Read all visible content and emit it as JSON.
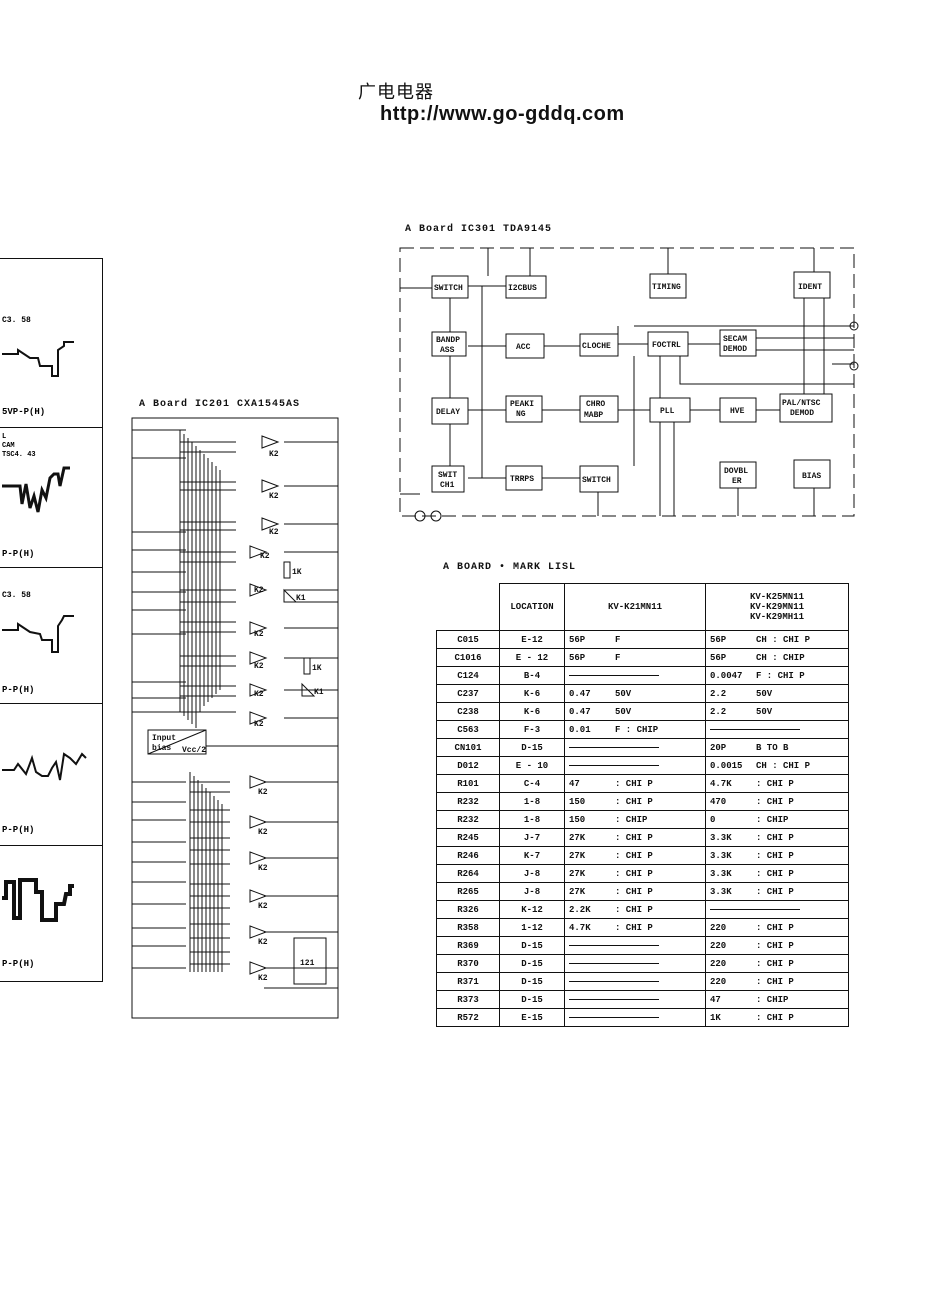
{
  "header": {
    "site_cn": "广电电器",
    "url": "http://www.go-gddq.com"
  },
  "waveforms": {
    "labels": [
      "C3. 58",
      "5VP-P(H)",
      "L",
      "CAM",
      "TSC4. 43",
      "P-P(H)",
      "C3. 58",
      "P-P(H)",
      "P-P(H)",
      "P-P(H)"
    ]
  },
  "ic201": {
    "title": "A Board IC201 CXA1545AS",
    "blocks": {
      "k2": "K2",
      "k1": "K1",
      "r1k": "1K",
      "inbias_1": "Input",
      "inbias_2": "bias",
      "vcc": "Vcc/2",
      "ic": "121"
    }
  },
  "ic301": {
    "title": "A Board   IC301 TDA9145",
    "blocks": {
      "switch": "SWITCH",
      "i2cbus": "I2CBUS",
      "timing": "TIMING",
      "ident": "IDENT",
      "bandpass_1": "BANDP",
      "bandpass_2": "ASS",
      "acc": "ACC",
      "cloche": "CLOCHE",
      "foctrl": "FOCTRL",
      "secam_1": "SECAM",
      "secam_2": "DEMOD",
      "delay": "DELAY",
      "peaking_1": "PEAKI",
      "peaking_2": "NG",
      "chroma_1": "CHRO",
      "chroma_2": "MABP",
      "pll": "PLL",
      "hve": "HVE",
      "palntsc_1": "PAL/NTSC",
      "palntsc_2": "DEMOD",
      "switch_ch_1": "SWIT",
      "switch_ch_2": "CH1",
      "trrps": "TRRPS",
      "switch2": "SWITCH",
      "doubler_1": "DOVBL",
      "doubler_2": "ER",
      "bias": "BIAS"
    }
  },
  "mark_list": {
    "title": "A BOARD   •  MARK LISL",
    "headers": {
      "location": "LOCATION",
      "k21": "KV-K21MN11",
      "k25_1": "KV-K25MN11",
      "k25_2": "KV-K29MN11",
      "k25_3": "KV-K29MH11"
    },
    "rows": [
      {
        "ref": "C015",
        "loc": "E-12",
        "k21_v": "56P",
        "k21_t": "F",
        "k25_v": "56P",
        "k25_t": "CH : CHI P"
      },
      {
        "ref": "C1016",
        "loc": "E - 12",
        "k21_v": "56P",
        "k21_t": "F",
        "k25_v": "56P",
        "k25_t": "CH : CHIP"
      },
      {
        "ref": "C124",
        "loc": "B-4",
        "k21_v": "",
        "k21_t": "",
        "k25_v": "0.0047",
        "k25_t": "F : CHI P"
      },
      {
        "ref": "C237",
        "loc": "K-6",
        "k21_v": "0.47",
        "k21_t": "50V",
        "k25_v": "2.2",
        "k25_t": "50V"
      },
      {
        "ref": "C238",
        "loc": "K-6",
        "k21_v": "0.47",
        "k21_t": "50V",
        "k25_v": "2.2",
        "k25_t": "50V"
      },
      {
        "ref": "C563",
        "loc": "F-3",
        "k21_v": "0.01",
        "k21_t": "F : CHIP",
        "k25_v": "",
        "k25_t": ""
      },
      {
        "ref": "CN101",
        "loc": "D-15",
        "k21_v": "",
        "k21_t": "",
        "k25_v": "20P",
        "k25_t": "B TO B"
      },
      {
        "ref": "D012",
        "loc": "E - 10",
        "k21_v": "",
        "k21_t": "",
        "k25_v": "0.0015",
        "k25_t": "CH : CHI P"
      },
      {
        "ref": "R101",
        "loc": "C-4",
        "k21_v": "47",
        "k21_t": ": CHI P",
        "k25_v": "4.7K",
        "k25_t": ": CHI P"
      },
      {
        "ref": "R232",
        "loc": "1-8",
        "k21_v": "150",
        "k21_t": ": CHI P",
        "k25_v": "470",
        "k25_t": ": CHI P"
      },
      {
        "ref": "R232",
        "loc": "1-8",
        "k21_v": "150",
        "k21_t": ": CHIP",
        "k25_v": "0",
        "k25_t": ": CHIP"
      },
      {
        "ref": "R245",
        "loc": "J-7",
        "k21_v": "27K",
        "k21_t": ": CHI P",
        "k25_v": "3.3K",
        "k25_t": ": CHI P"
      },
      {
        "ref": "R246",
        "loc": "K-7",
        "k21_v": "27K",
        "k21_t": ": CHI P",
        "k25_v": "3.3K",
        "k25_t": ": CHI P"
      },
      {
        "ref": "R264",
        "loc": "J-8",
        "k21_v": "27K",
        "k21_t": ": CHI P",
        "k25_v": "3.3K",
        "k25_t": ": CHI P"
      },
      {
        "ref": "R265",
        "loc": "J-8",
        "k21_v": "27K",
        "k21_t": ": CHI P",
        "k25_v": "3.3K",
        "k25_t": ": CHI P"
      },
      {
        "ref": "R326",
        "loc": "K-12",
        "k21_v": "2.2K",
        "k21_t": ": CHI P",
        "k25_v": "",
        "k25_t": ""
      },
      {
        "ref": "R358",
        "loc": "1-12",
        "k21_v": "4.7K",
        "k21_t": ": CHI P",
        "k25_v": "220",
        "k25_t": ": CHI P"
      },
      {
        "ref": "R369",
        "loc": "D-15",
        "k21_v": "",
        "k21_t": "",
        "k25_v": "220",
        "k25_t": ": CHI P"
      },
      {
        "ref": "R370",
        "loc": "D-15",
        "k21_v": "",
        "k21_t": "",
        "k25_v": "220",
        "k25_t": ": CHI P"
      },
      {
        "ref": "R371",
        "loc": "D-15",
        "k21_v": "",
        "k21_t": "",
        "k25_v": "220",
        "k25_t": ": CHI P"
      },
      {
        "ref": "R373",
        "loc": "D-15",
        "k21_v": "",
        "k21_t": "",
        "k25_v": "47",
        "k25_t": ": CHIP"
      },
      {
        "ref": "R572",
        "loc": "E-15",
        "k21_v": "",
        "k21_t": "",
        "k25_v": "1K",
        "k25_t": ": CHI P"
      }
    ]
  }
}
